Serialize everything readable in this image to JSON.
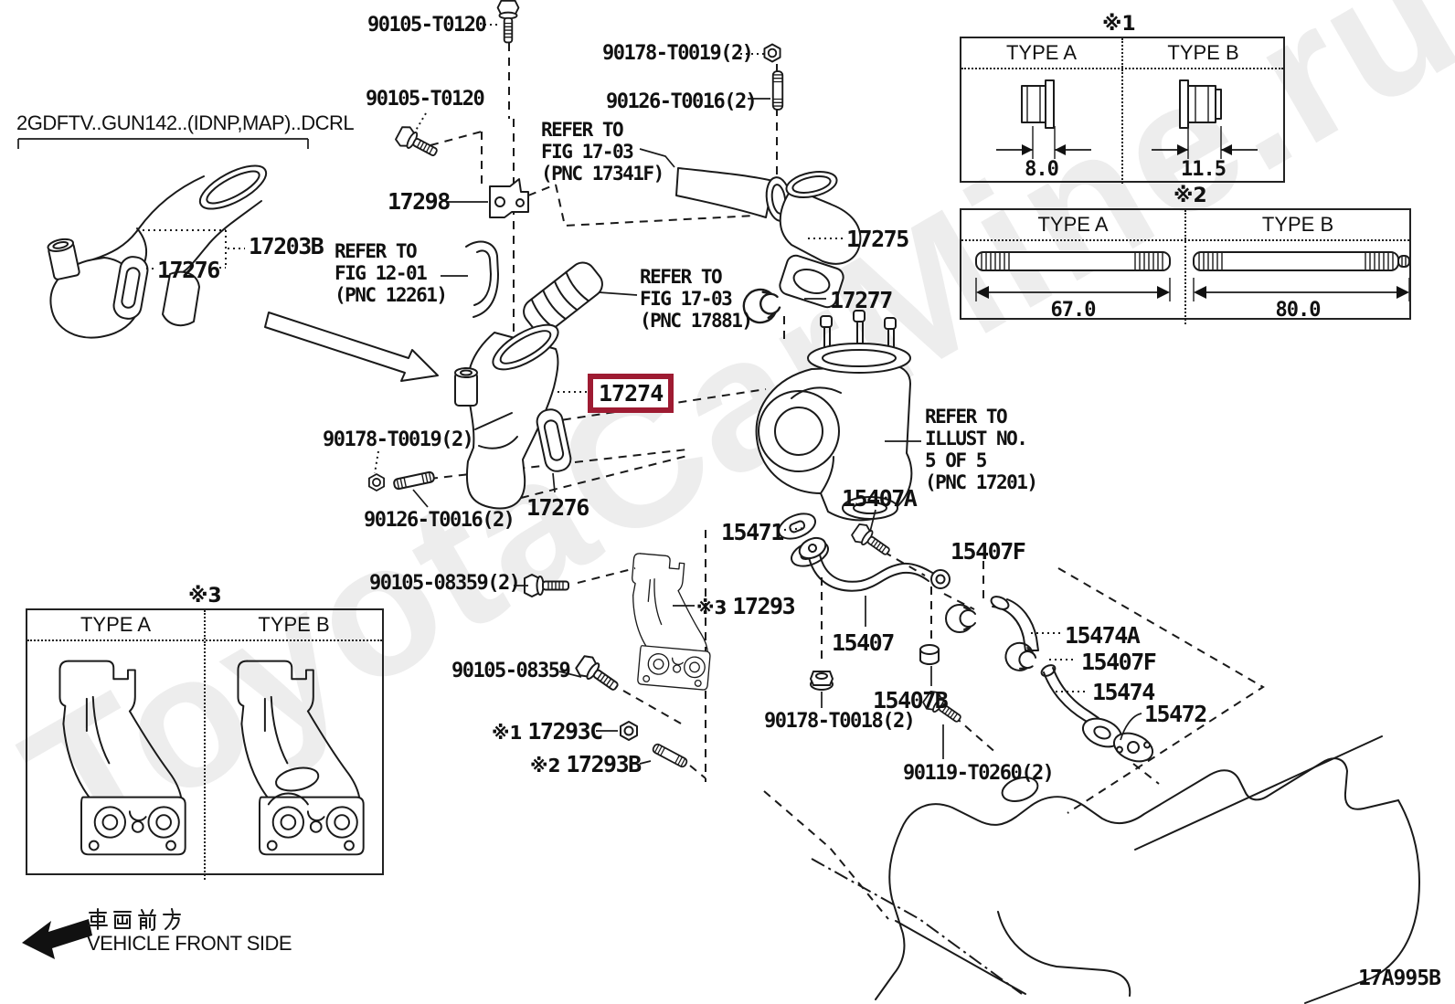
{
  "watermark": "ToyotaCarMine.ru",
  "diagram_code": "17A995B",
  "highlight_color": "#9e1b32",
  "variant_note": "2GDFTV..GUN142..(IDNP,MAP)..DCRL",
  "front": {
    "jp": "車両前方",
    "en": "VEHICLE FRONT SIDE"
  },
  "labels": {
    "bolt_t0120_a": "90105-T0120",
    "bolt_t0120_b": "90105-T0120",
    "nut_t0019_a": "90178-T0019(2)",
    "stud_t0016_a": "90126-T0016(2)",
    "nut_t0019_b": "90178-T0019(2)",
    "stud_t0016_b": "90126-T0016(2)",
    "p17298": "17298",
    "p17275": "17275",
    "p17277": "17277",
    "p17203b": "17203B",
    "p17276_a": "17276",
    "p17276_b": "17276",
    "p17274": "17274",
    "p17293_ref": "※3",
    "p17293": "17293",
    "p17293c_ref": "※1",
    "p17293c": "17293C",
    "p17293b_ref": "※2",
    "p17293b": "17293B",
    "bolt_08359_2": "90105-08359(2)",
    "bolt_08359": "90105-08359",
    "p15471": "15471",
    "p15407a": "15407A",
    "p15407": "15407",
    "p15407f_a": "15407F",
    "p15407f_b": "15407F",
    "p15407b": "15407B",
    "p15474a": "15474A",
    "p15474": "15474",
    "p15472": "15472",
    "nut_t0018": "90178-T0018(2)",
    "bolt_t0260": "90119-T0260(2)"
  },
  "refs": {
    "r17341f": {
      "l1": "REFER TO",
      "l2": "FIG 17-03",
      "l3": "(PNC 17341F)"
    },
    "r12261": {
      "l1": "REFER TO",
      "l2": "FIG 12-01",
      "l3": "(PNC 12261)"
    },
    "r17881": {
      "l1": "REFER TO",
      "l2": "FIG 17-03",
      "l3": "(PNC 17881)"
    },
    "r17201": {
      "l1": "REFER TO",
      "l2": "ILLUST NO.",
      "l3": "5 OF 5",
      "l4": "(PNC 17201)"
    }
  },
  "tables": {
    "t1": {
      "ref": "※1",
      "a": "TYPE A",
      "b": "TYPE B",
      "dim_a": "8.0",
      "dim_b": "11.5"
    },
    "t2": {
      "ref": "※2",
      "a": "TYPE A",
      "b": "TYPE B",
      "dim_a": "67.0",
      "dim_b": "80.0"
    },
    "t3": {
      "ref": "※3",
      "a": "TYPE A",
      "b": "TYPE B"
    }
  }
}
